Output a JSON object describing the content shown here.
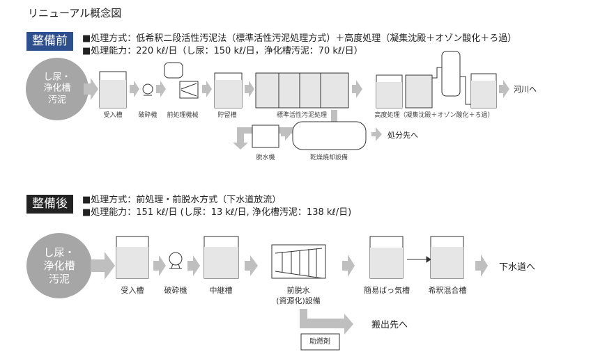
{
  "title": "リニューアル概念図",
  "before": {
    "badge": "整備前",
    "method": "■処理方式：低希釈二段活性汚泥法（標準活性汚泥処理方式）＋高度処理（凝集沈殿＋オゾン酸化＋ろ過）",
    "capacity": "■処理能力：220 kℓ/日（し尿：150 kℓ/日，浄化槽汚泥：70 kℓ/日）",
    "source": [
      "し尿・",
      "浄化槽",
      "汚泥"
    ],
    "labels": {
      "receiving_tank": "受入槽",
      "crusher": "破砕機",
      "pretreatment": "前処理機械",
      "storage_tank": "貯留槽",
      "activated_sludge": "標準活性汚泥処理",
      "advanced": "高度処理（凝集沈殿＋オゾン酸化＋ろ過）",
      "dewatering": "脱水機",
      "dryer": "乾燥焼却設備"
    },
    "outputs": {
      "river": "河川へ",
      "disposal": "処分先へ"
    },
    "badge_color": "#2e4f8e"
  },
  "after": {
    "badge": "整備後",
    "method": "■処理方式：前処理・前脱水方式（下水道放流）",
    "capacity": "■処理能力：151 kℓ/日 (し尿：13 kℓ/日, 浄化槽汚泥：138 kℓ/日)",
    "source": [
      "し尿・",
      "浄化槽",
      "汚泥"
    ],
    "labels": {
      "receiving_tank": "受入槽",
      "crusher": "破砕機",
      "relay_tank": "中継槽",
      "pre_dewatering_1": "前脱水",
      "pre_dewatering_2": "(資源化)設備",
      "aeration": "簡易ばっ気槽",
      "dilution": "希釈混合槽",
      "auxiliary_fuel": "助燃剤"
    },
    "outputs": {
      "sewer": "下水道へ",
      "carry_out": "搬出先へ"
    },
    "badge_color": "#222222"
  },
  "colors": {
    "arrow": "#bfbfbf",
    "circle": "#a6a6a6",
    "tank_fill": "#e6e6e6"
  }
}
